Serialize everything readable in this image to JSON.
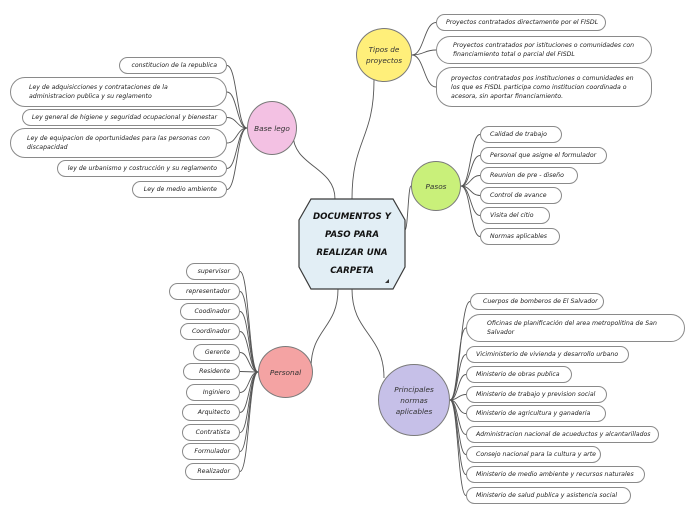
{
  "central": {
    "label": "DOCUMENTOS Y PASO PARA REALIZAR UNA CARPETA"
  },
  "colors": {
    "central_fill": "#e2eef5",
    "base_legal": "#f3c1e3",
    "tipos": "#ffef7a",
    "pasos": "#c9f07a",
    "personal": "#f4a3a3",
    "normas": "#c6c0e8",
    "line": "#555555",
    "node_border": "#8a8a8a"
  },
  "branches": {
    "base_legal": {
      "label": "Base lego",
      "items": [
        "constitucion de la republica",
        "Ley de adquisicciones y contrataciones de la administracion publica y su reglamento",
        "Ley general de higiene y seguridad ocupacional y bienestar",
        "Ley de equipacion de oportunidades para las personas con discapacidad",
        "ley de urbanismo y costrucción y su reglamento",
        "Ley de medio ambiente"
      ]
    },
    "tipos": {
      "label": "Tipos de proyectos",
      "items": [
        "Proyectos contratados directamente por el FISDL",
        "Proyectos contratados por istituciones o comunidades con financiamiento total o parcial del FISDL",
        "proyectos contratados pos instituciones o comunidades en los que es FISDL participa como institucion coordinada o acesora, sin aportar financiamiento."
      ]
    },
    "pasos": {
      "label": "Pasos",
      "items": [
        "Calidad de trabajo",
        "Personal que asigne el formulador",
        "Reunion de pre - diseño",
        "Control de avance",
        "Visita del citio",
        "Normas aplicables"
      ]
    },
    "personal": {
      "label": "Personal",
      "items": [
        "supervisor",
        "representador",
        "Coodinador",
        "Coordinador",
        "Gerente",
        "Residente",
        "Inginiero",
        "Arquitecto",
        "Contratista",
        "Formulador",
        "Realizador"
      ]
    },
    "normas": {
      "label": "Principales normas aplicables",
      "items": [
        "Cuerpos de bomberos de El Salvador",
        "Oficinas de planificación del area metropolitina de San Salvador",
        "Viciministerio de vivienda y desarrollo urbano",
        "Ministerio de obras publica",
        "Ministerio de trabajo y prevision social",
        "Ministerio de agricultura y ganaderia",
        "Administracion nacional de acueductos y alcantarillados",
        "Consejo nacional para la cultura y arte",
        "Ministerio de medio ambiente y recursos naturales",
        "Ministerio de salud publica y asistencia social"
      ]
    }
  }
}
